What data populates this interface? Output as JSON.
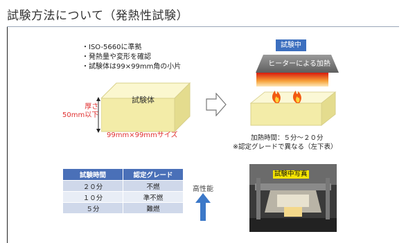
{
  "slide": {
    "title": "試験方法について（発熱性試験）"
  },
  "bullets": [
    "・ISO-5660に準拠",
    "・発熱量や変形を確認",
    "・試験体は99×99mm角の小片"
  ],
  "specimen": {
    "label": "試験体",
    "thickness_line1": "厚さ",
    "thickness_line2": "50mm以下",
    "size": "99mm×99mmサイズ"
  },
  "test": {
    "status": "試験中",
    "heater_label": "ヒーターによる加熱",
    "time_line1": "加熱時間：５分～２０分",
    "time_line2": "※認定グレードで異なる（左下表）"
  },
  "grade_table": {
    "headers": [
      "試験時間",
      "認定グレード"
    ],
    "rows": [
      [
        "２０分",
        "不燃"
      ],
      [
        "１０分",
        "準不燃"
      ],
      [
        "５分",
        "難燃"
      ]
    ]
  },
  "performance_label": "高性能",
  "photo_caption": "試験中写真",
  "colors": {
    "accent_blue": "#3c6fbf",
    "red_text": "#e03030",
    "specimen_fill": "#f8f3c0"
  }
}
